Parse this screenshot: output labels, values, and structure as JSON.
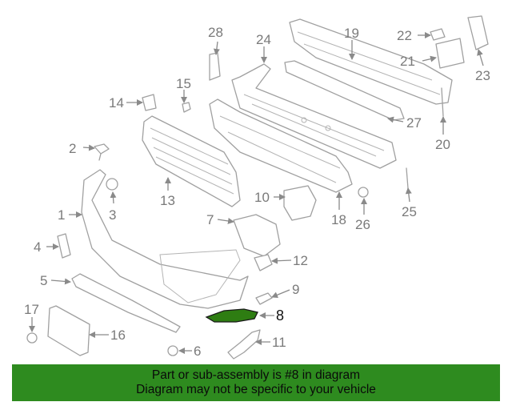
{
  "diagram": {
    "callouts": [
      "1",
      "2",
      "3",
      "4",
      "5",
      "6",
      "7",
      "8",
      "9",
      "10",
      "11",
      "12",
      "13",
      "14",
      "15",
      "16",
      "17",
      "18",
      "19",
      "20",
      "21",
      "22",
      "23",
      "24",
      "25",
      "26",
      "27",
      "28"
    ],
    "highlighted_part": "8",
    "highlight_color": "#2e7d12"
  },
  "banner": {
    "line1": "Part or sub-assembly is #8 in diagram",
    "line2": "Diagram may not be specific to your vehicle",
    "background": "#2e8b1f"
  }
}
